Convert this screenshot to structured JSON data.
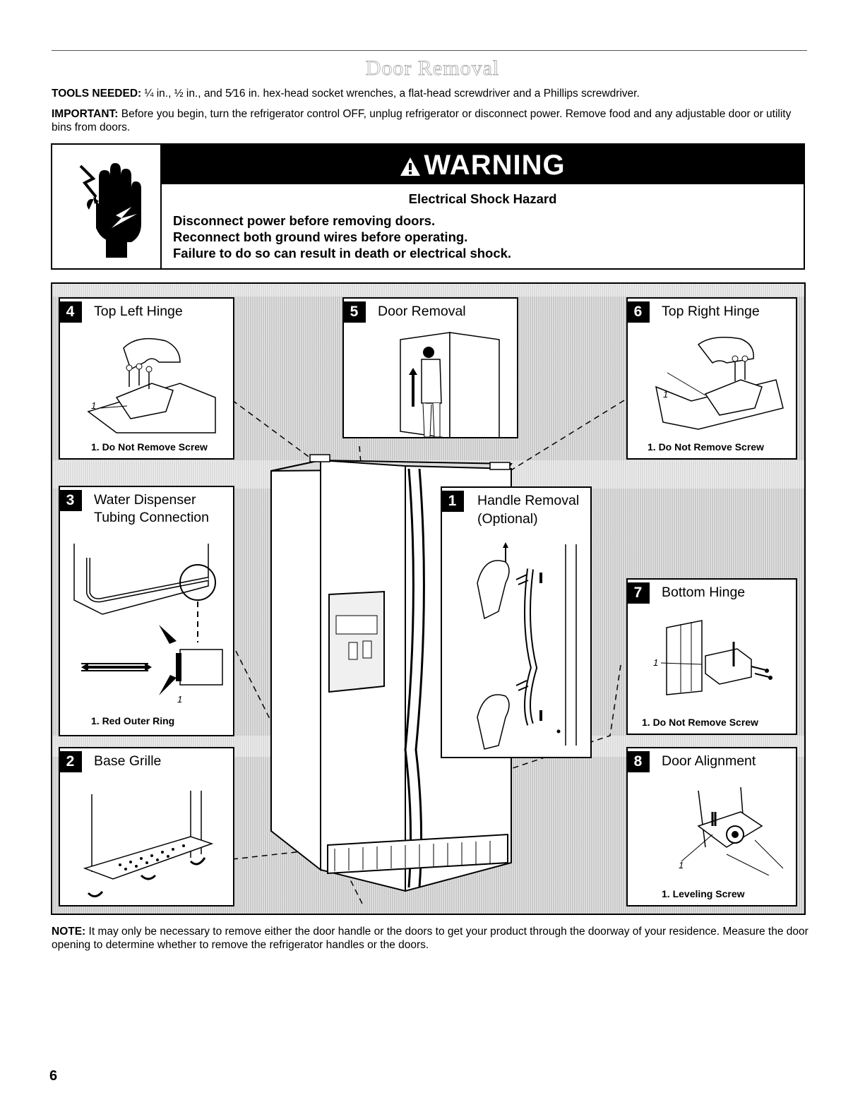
{
  "page": {
    "title": "Door Removal",
    "tools_label": "TOOLS NEEDED:",
    "tools_text": "¼ in., ½ in., and 5⁄16 in. hex-head socket wrenches, a flat-head screwdriver and a Phillips screwdriver.",
    "important_label": "IMPORTANT:",
    "important_text": "Before you begin, turn the refrigerator control OFF, unplug refrigerator or disconnect power. Remove food and any adjustable door or utility bins from doors.",
    "note_label": "NOTE:",
    "note_text": "It may only be necessary to remove either the door handle or the doors to get your product through the doorway of your residence. Measure the door opening to determine whether to remove the refrigerator handles or the doors.",
    "page_number": "6"
  },
  "warning": {
    "heading": "WARNING",
    "hazard": "Electrical Shock Hazard",
    "lines": [
      "Disconnect power before removing doors.",
      "Reconnect both ground wires before operating.",
      "Failure to do so can result in death or electrical shock."
    ]
  },
  "steps": {
    "s4": {
      "number": "4",
      "title": "Top Left Hinge",
      "caption": "1. Do Not Remove Screw",
      "callout": "1"
    },
    "s5": {
      "number": "5",
      "title": "Door Removal"
    },
    "s6": {
      "number": "6",
      "title": "Top Right Hinge",
      "caption": "1. Do Not Remove Screw",
      "callout": "1"
    },
    "s3": {
      "number": "3",
      "title_line1": "Water Dispenser",
      "title_line2": "Tubing Connection",
      "caption": "1. Red Outer Ring",
      "callout": "1"
    },
    "s1": {
      "number": "1",
      "title_line1": "Handle Removal",
      "title_line2": "(Optional)"
    },
    "s7": {
      "number": "7",
      "title": "Bottom Hinge",
      "caption": "1. Do Not Remove Screw",
      "callout": "1"
    },
    "s2": {
      "number": "2",
      "title": "Base Grille"
    },
    "s8": {
      "number": "8",
      "title": "Door Alignment",
      "caption": "1. Leveling Screw",
      "callout": "1"
    }
  }
}
